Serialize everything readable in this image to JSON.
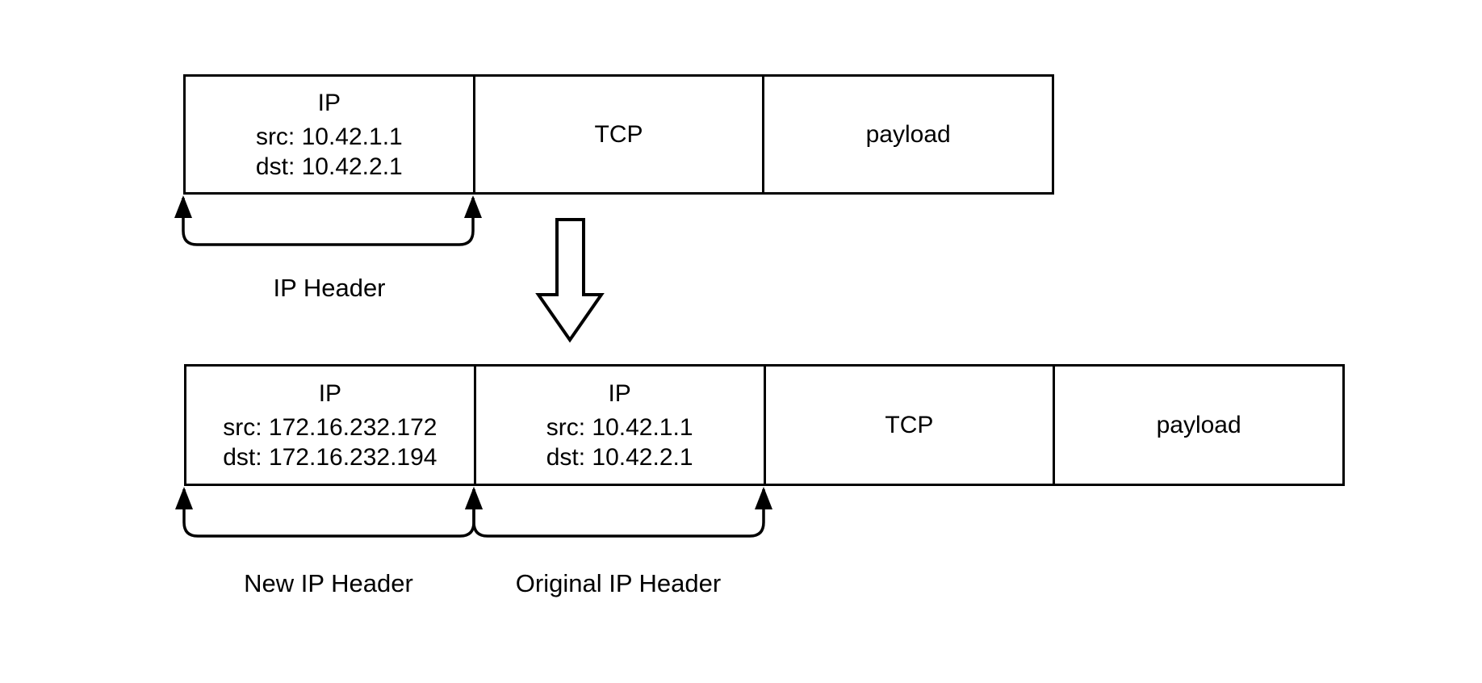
{
  "theme": {
    "background": "#ffffff",
    "stroke": "#000000",
    "text": "#000000"
  },
  "top_packet": {
    "ip": {
      "title": "IP",
      "src": "src: 10.42.1.1",
      "dst": "dst: 10.42.2.1"
    },
    "tcp_label": "TCP",
    "payload_label": "payload",
    "brace_label": "IP Header"
  },
  "bottom_packet": {
    "new_ip": {
      "title": "IP",
      "src": "src: 172.16.232.172",
      "dst": "dst: 172.16.232.194"
    },
    "original_ip": {
      "title": "IP",
      "src": "src: 10.42.1.1",
      "dst": "dst: 10.42.2.1"
    },
    "tcp_label": "TCP",
    "payload_label": "payload",
    "brace_label_new": "New IP Header",
    "brace_label_original": "Original IP Header"
  }
}
